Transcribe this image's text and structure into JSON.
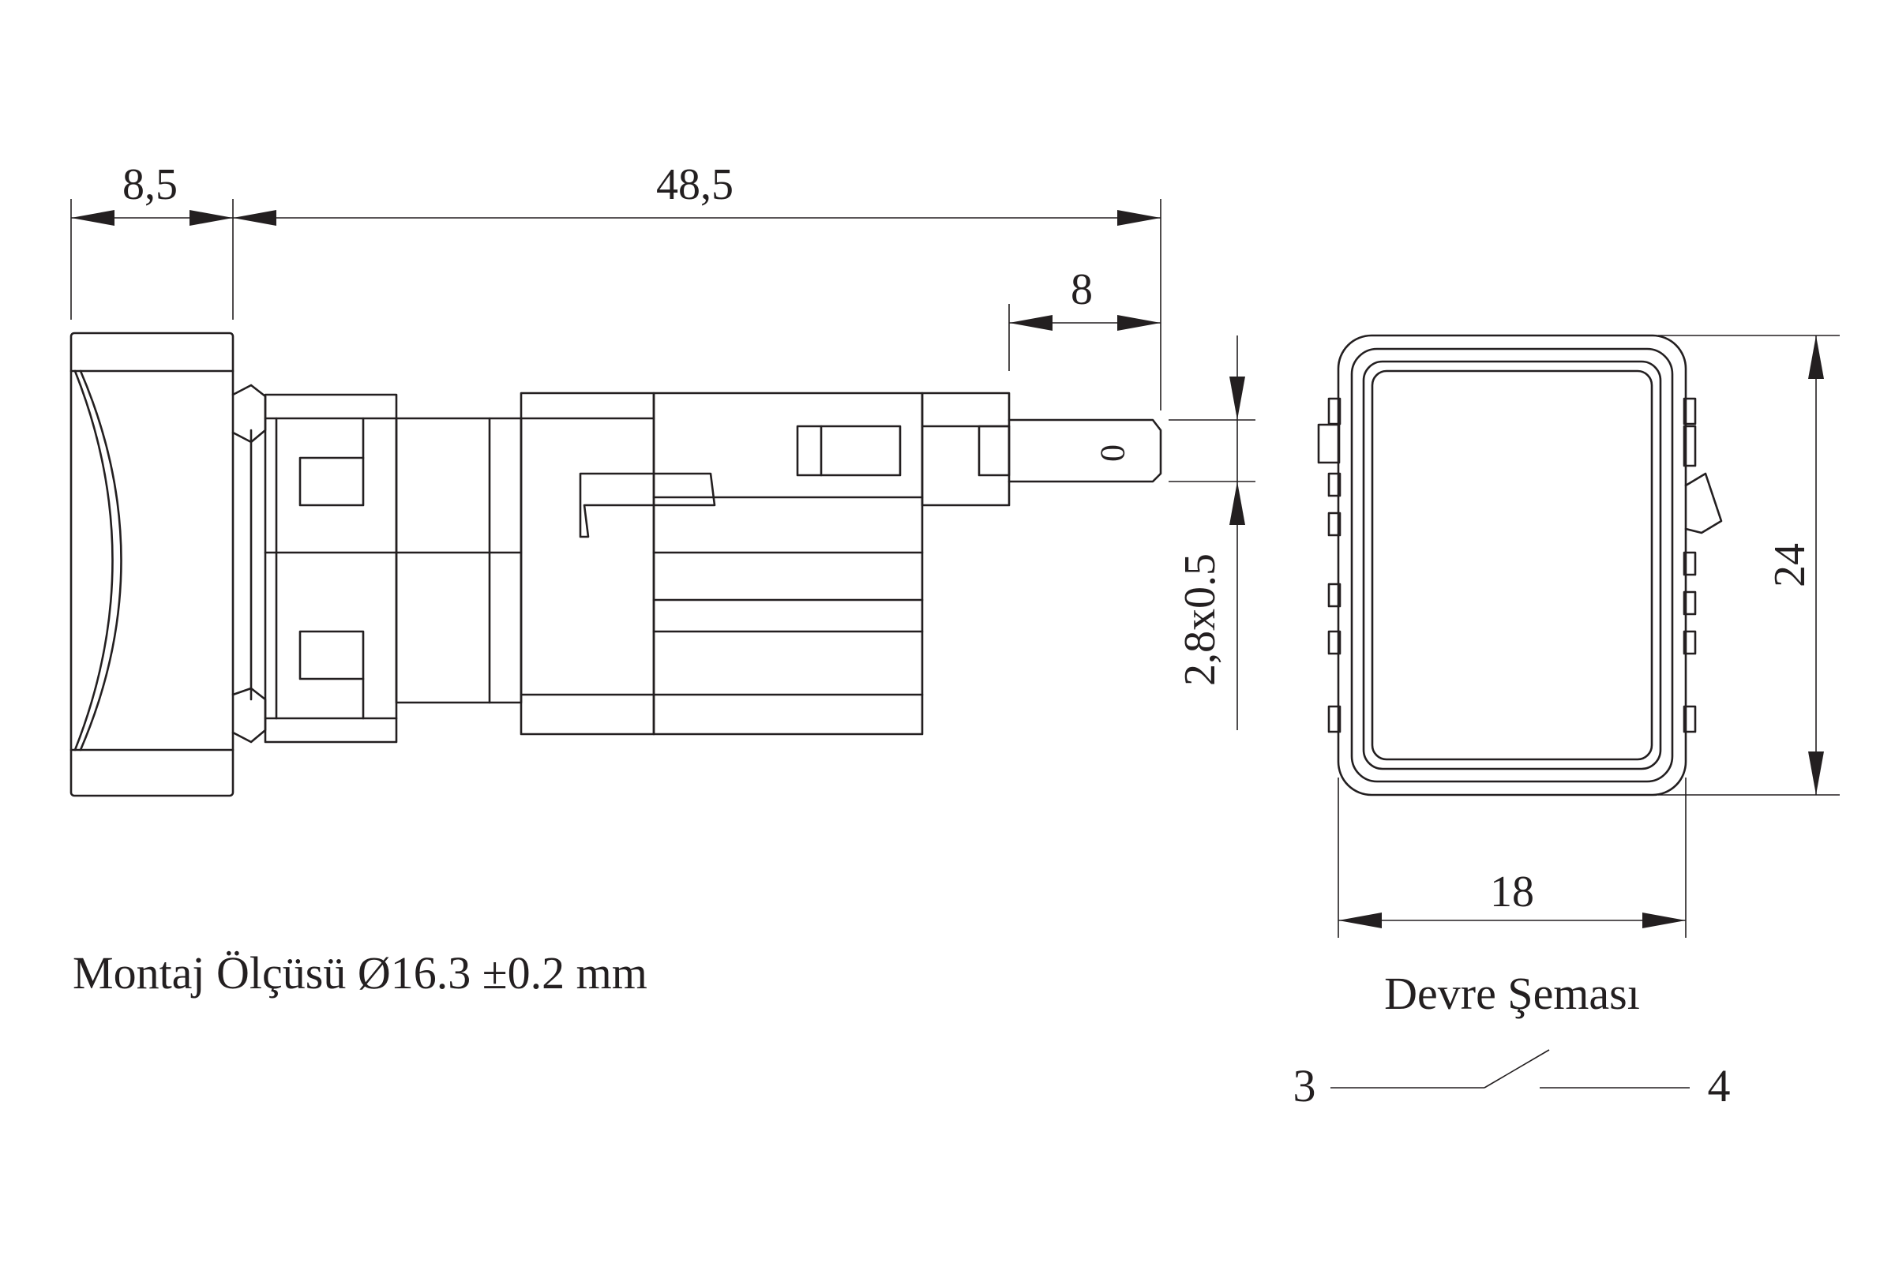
{
  "dimensions": {
    "flange_width": "8,5",
    "body_length": "48,5",
    "terminal_length": "8",
    "terminal_size": "2,8x0.5",
    "front_height": "24",
    "front_width": "18"
  },
  "terminal_label": "0",
  "mounting_note": "Montaj Ölçüsü Ø16.3 ±0.2 mm",
  "circuit": {
    "title": "Devre Şeması",
    "terminal_left": "3",
    "terminal_right": "4"
  }
}
